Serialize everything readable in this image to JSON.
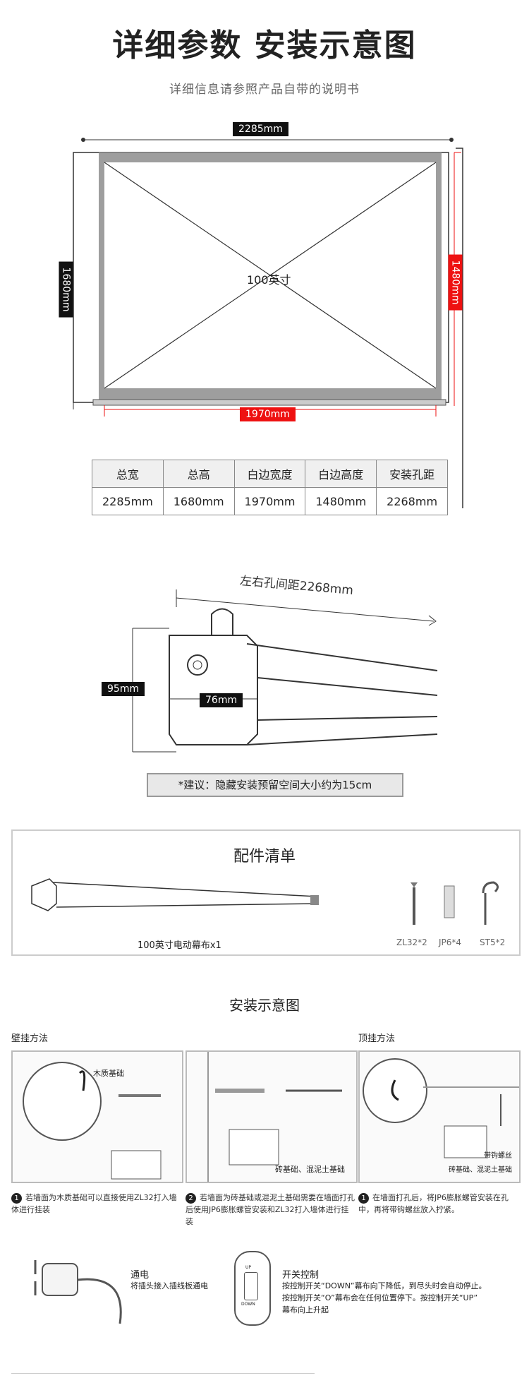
{
  "header": {
    "title": "详细参数 安装示意图",
    "subtitle": "详细信息请参照产品自带的说明书"
  },
  "diagram": {
    "total_width": "2285mm",
    "total_height": "1680mm",
    "screen_height": "1480mm",
    "screen_width": "1970mm",
    "size_label": "100英寸"
  },
  "spec_table": {
    "headers": [
      "总宽",
      "总高",
      "白边宽度",
      "白边高度",
      "安装孔距"
    ],
    "values": [
      "2285mm",
      "1680mm",
      "1970mm",
      "1480mm",
      "2268mm"
    ]
  },
  "housing": {
    "hole_distance": "左右孔间距2268mm",
    "height": "95mm",
    "width": "76mm",
    "note": "*建议：隐藏安装预留空间大小约为15cm"
  },
  "accessories": {
    "title": "配件清单",
    "main_item": "100英寸电动幕布x1",
    "items": [
      "ZL32*2",
      "JP6*4",
      "ST5*2"
    ]
  },
  "install": {
    "title": "安装示意图",
    "wall_label": "壁挂方法",
    "ceiling_label": "顶挂方法",
    "panel1_label": "木质基础",
    "panel2_label": "砖基础、混泥土基础",
    "panel3_label_a": "带钩螺丝",
    "panel3_label_b": "砖基础、混泥土基础",
    "step1_num": "1",
    "step1": "若墙面为木质基础可以直接使用ZL32打入墙体进行挂装",
    "step2_num": "2",
    "step2": "若墙面为砖基础或混泥土基础需要在墙面打孔后使用JP6膨胀螺管安装和ZL32打入墙体进行挂装",
    "step3_num": "1",
    "step3": "在墙面打孔后，将JP6膨胀螺管安装在孔中，再将带钩螺丝放入拧紧。"
  },
  "power": {
    "title": "通电",
    "desc": "将插头接入插线板通电",
    "switch_title": "开关控制",
    "switch_up": "UP",
    "switch_down": "DOWN",
    "switch_desc1": "按控制开关“DOWN”幕布向下降低，到尽头时会自动停止。",
    "switch_desc2": "按控制开关“O”幕布会在任何位置停下。按控制开关“UP”",
    "switch_desc3": "幕布向上升起"
  }
}
